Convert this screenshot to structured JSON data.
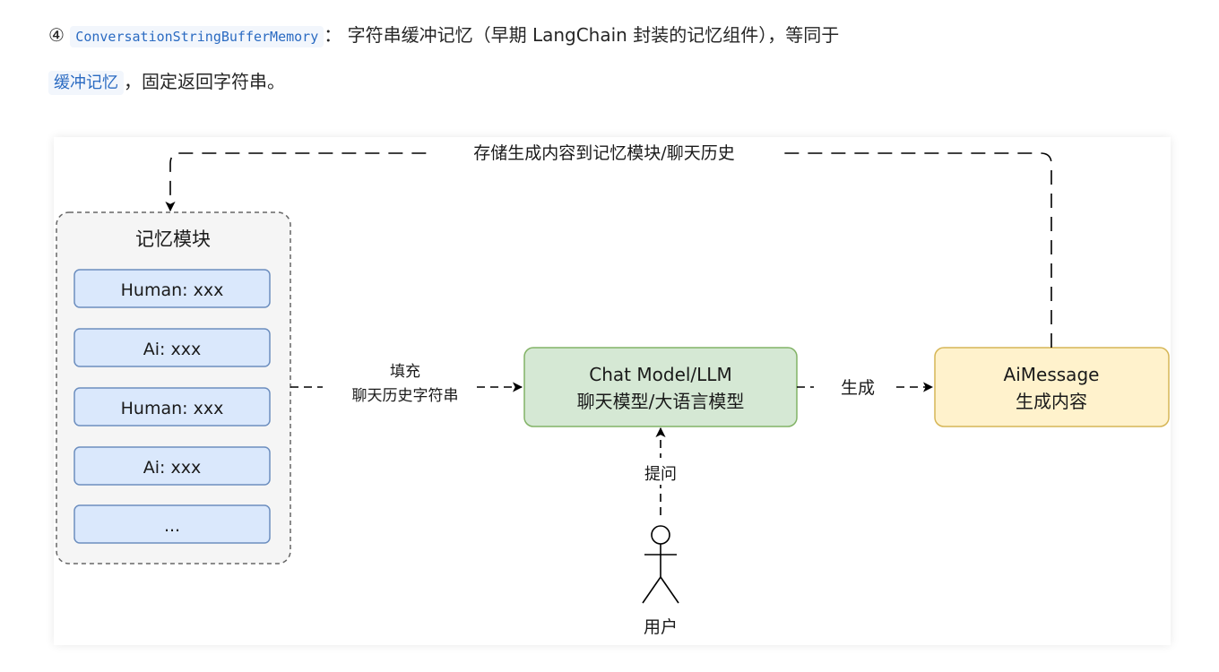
{
  "paragraph": {
    "marker": "④",
    "code": "ConversationStringBufferMemory",
    "text1": "：  字符串缓冲记忆（早期 LangChain 封装的记忆组件），等同于",
    "highlight": "缓冲记忆",
    "text2": "，固定返回字符串。"
  },
  "diagram": {
    "top_label": "存储生成内容到记忆模块/聊天历史",
    "memory_title": "记忆模块",
    "memory_items": [
      "Human: xxx",
      "Ai: xxx",
      "Human: xxx",
      "Ai: xxx",
      "..."
    ],
    "fill_label_1": "填充",
    "fill_label_2": "聊天历史字符串",
    "model_line1": "Chat Model/LLM",
    "model_line2": "聊天模型/大语言模型",
    "gen_label": "生成",
    "ai_line1": "AiMessage",
    "ai_line2": "生成内容",
    "ask_label": "提问",
    "user_label": "用户",
    "colors": {
      "memory_item_fill": "#dae8fc",
      "memory_item_stroke": "#6c8ebf",
      "model_fill": "#d5e8d4",
      "model_stroke": "#82b366",
      "ai_fill": "#fff2cc",
      "ai_stroke": "#d6b656",
      "container_fill": "#f5f5f5",
      "container_stroke": "#666666"
    }
  }
}
